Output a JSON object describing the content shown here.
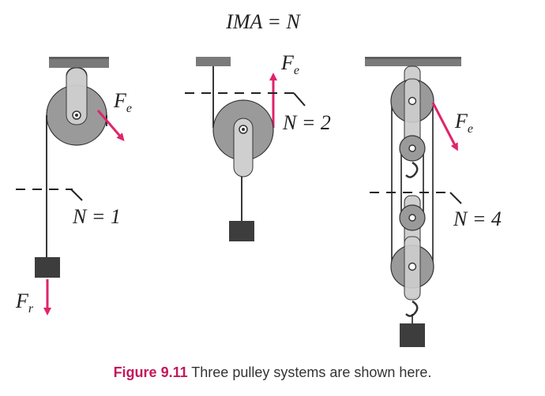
{
  "title": "IMA = N",
  "caption": {
    "label": "Figure 9.11",
    "text": "Three pulley systems are shown here."
  },
  "systems": [
    {
      "force_label": "F",
      "force_sub": "e",
      "n_label": "N = 1",
      "load_force": "F",
      "load_sub": "r"
    },
    {
      "force_label": "F",
      "force_sub": "e",
      "n_label": "N = 2"
    },
    {
      "force_label": "F",
      "force_sub": "e",
      "n_label": "N = 4"
    }
  ],
  "colors": {
    "arrow": "#e0246b",
    "pulley": "#9a9a9a",
    "ceiling": "#7a7a7a",
    "load": "#3d3d3d",
    "rope": "#222222"
  }
}
